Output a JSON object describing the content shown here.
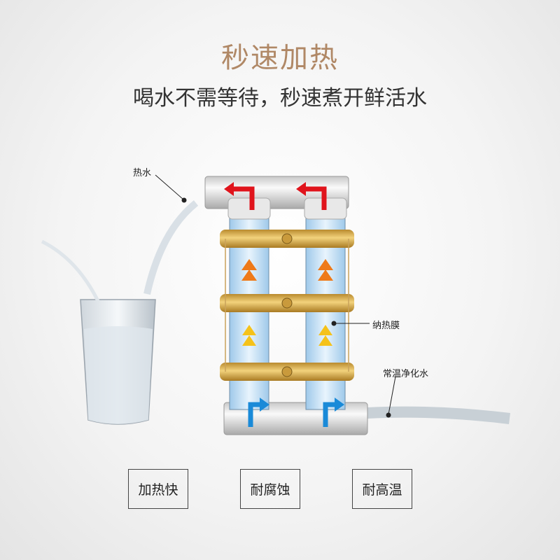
{
  "header": {
    "title": "秒速加热",
    "subtitle": "喝水不需等待，秒速煮开鲜活水"
  },
  "labels": {
    "hot_water": "热水",
    "membrane": "纳热膜",
    "room_temp_water": "常温净化水"
  },
  "features": [
    "加热快",
    "耐腐蚀",
    "耐高温"
  ],
  "colors": {
    "title": "#b08866",
    "hot_arrow": "#e0141c",
    "cold_arrow": "#1a8ad8",
    "bracket": "#d4a84a"
  }
}
